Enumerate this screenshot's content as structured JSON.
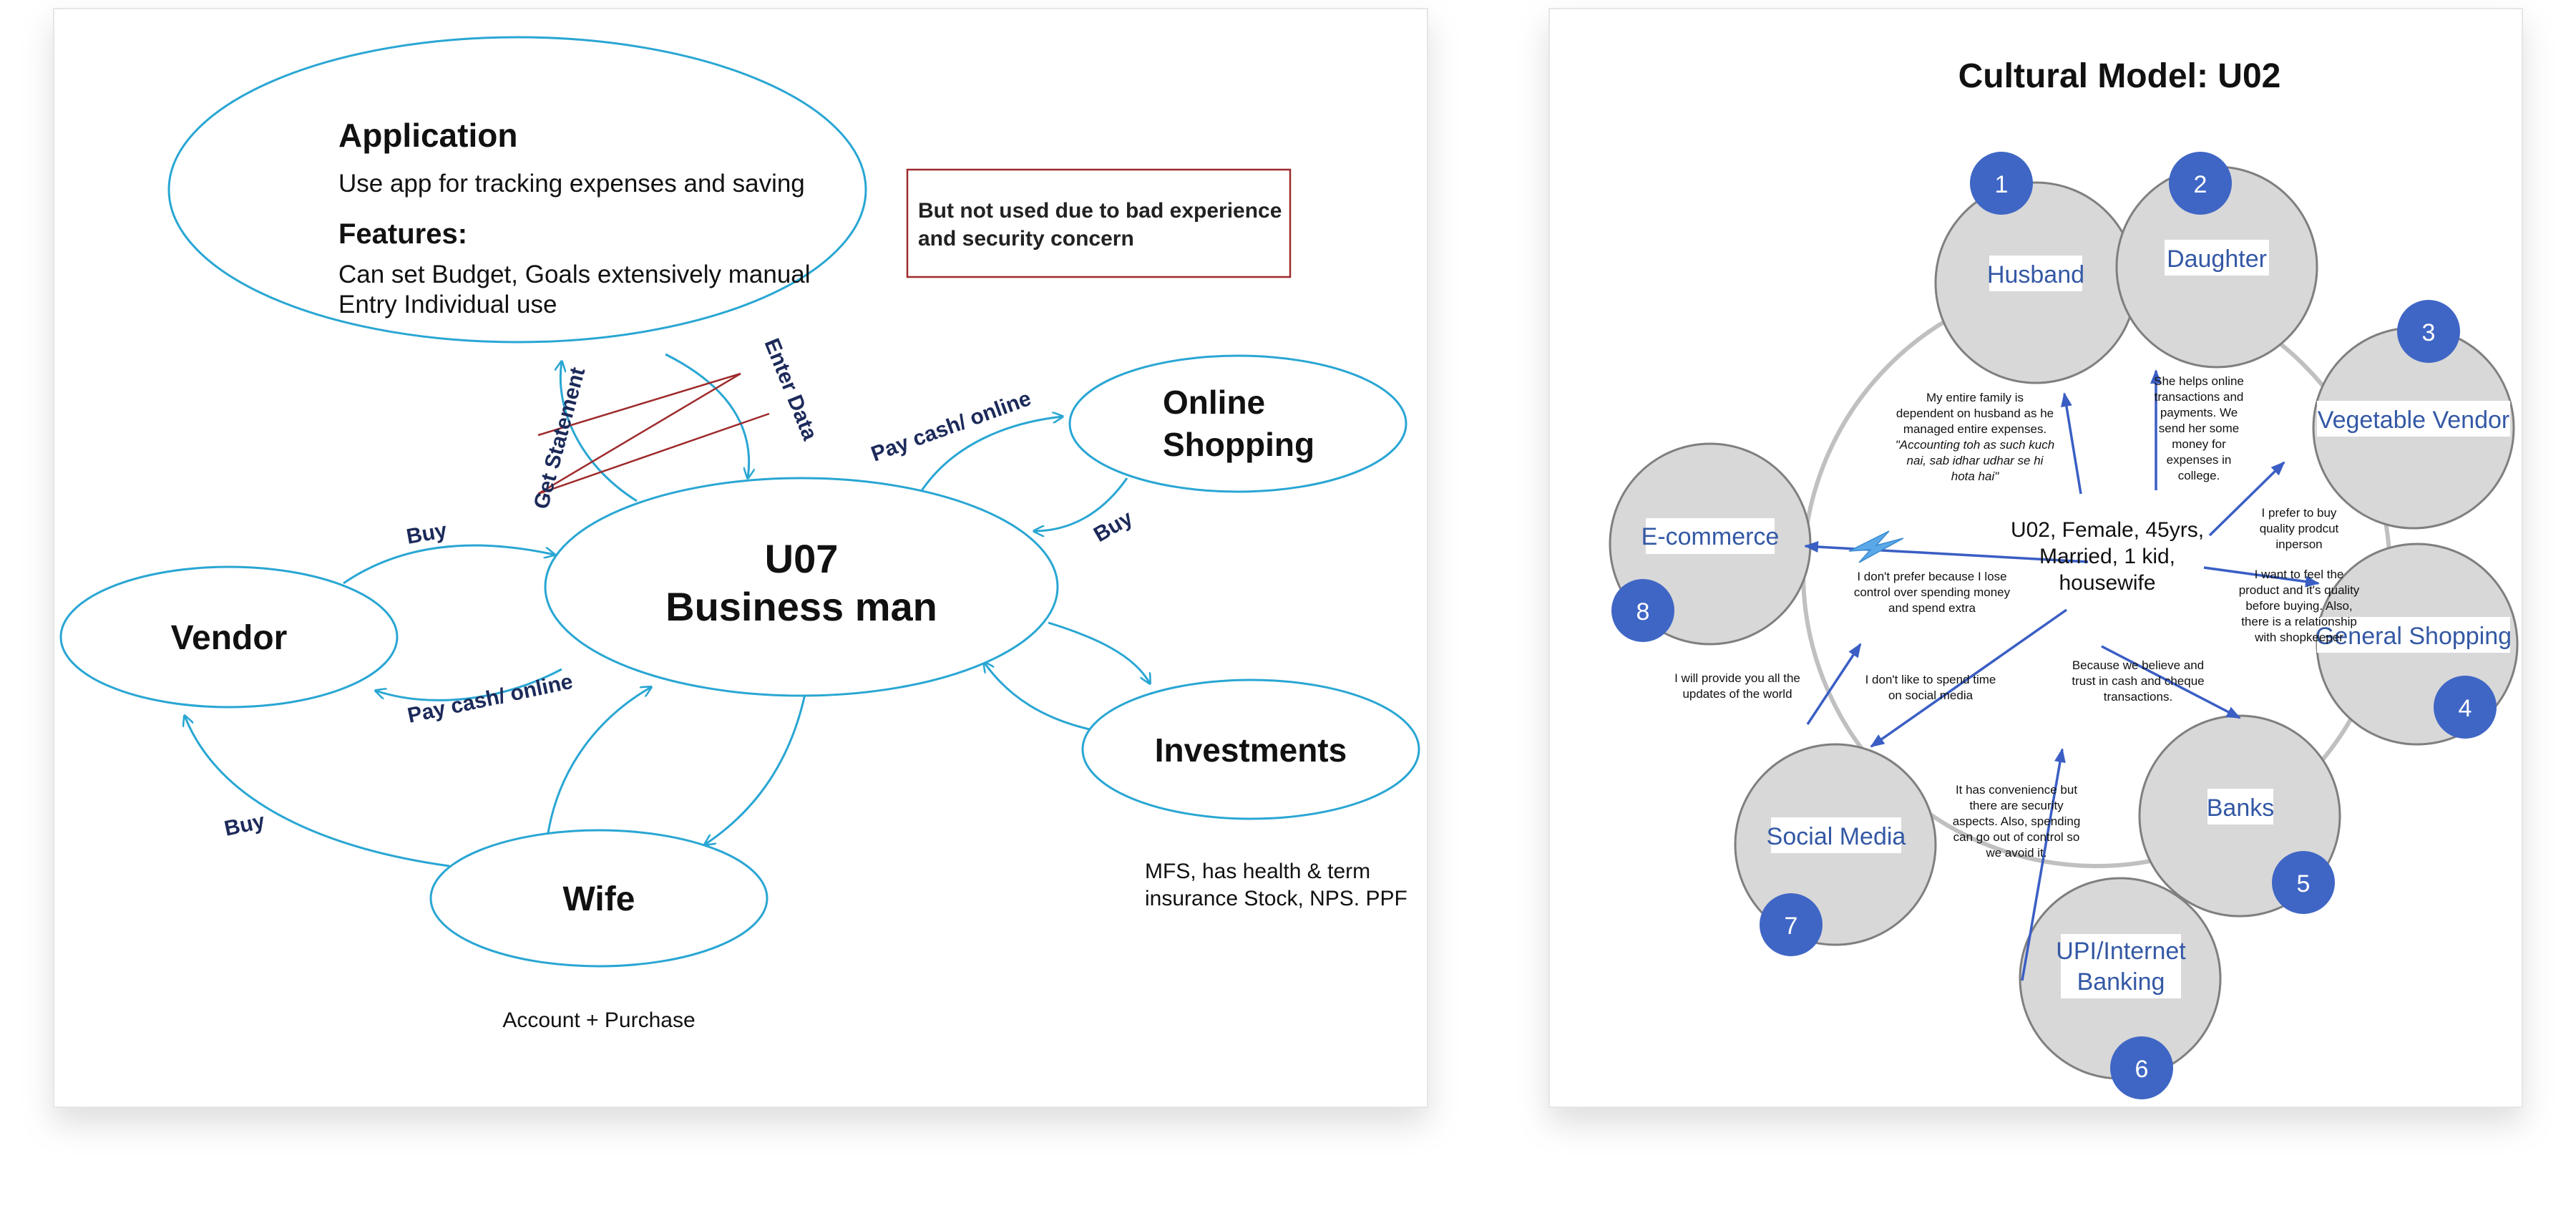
{
  "left_diagram": {
    "application": {
      "title": "Application",
      "line1": "Use app for tracking expenses and saving",
      "features_title": "Features:",
      "features_line1": "Can set Budget, Goals extensively manual",
      "features_line2": "Entry Individual use"
    },
    "note": {
      "line1": "But not used due to bad experience",
      "line2": "and security concern"
    },
    "center": {
      "line1": "U07",
      "line2": "Business man"
    },
    "nodes": {
      "vendor": "Vendor",
      "online_line1": "Online",
      "online_line2": "Shopping",
      "investments": "Investments",
      "wife": "Wife"
    },
    "edge_labels": {
      "get_statement": "Get Statement",
      "enter_data": "Enter Data",
      "pay_online_top": "Pay cash/ online",
      "buy_online": "Buy",
      "buy_vendor_top": "Buy",
      "pay_vendor": "Pay cash/ online",
      "buy_wife": "Buy"
    },
    "investments_note_line1": "MFS, has health & term",
    "investments_note_line2": "insurance Stock, NPS. PPF",
    "wife_note": "Account + Purchase"
  },
  "right_diagram": {
    "title": "Cultural Model: U02",
    "center": {
      "line1": "U02, Female, 45yrs,",
      "line2": "Married, 1 kid,",
      "line3": "housewife"
    },
    "nodes": [
      {
        "number": "1",
        "label": "Husband"
      },
      {
        "number": "2",
        "label": "Daughter"
      },
      {
        "number": "3",
        "label": "Vegetable Vendor"
      },
      {
        "number": "4",
        "label": "General Shopping"
      },
      {
        "number": "5",
        "label": "Banks"
      },
      {
        "number": "6",
        "label_line1": "UPI/Internet",
        "label_line2": "Banking"
      },
      {
        "number": "7",
        "label": "Social Media"
      },
      {
        "number": "8",
        "label": "E-commerce"
      }
    ],
    "notes": {
      "husband": [
        "My entire family is",
        "dependent on husband as he",
        "managed entire expenses.",
        "\"Accounting toh as such kuch",
        "nai, sab idhar udhar se hi",
        "hota hai\""
      ],
      "daughter": [
        "She helps online",
        "transactions and",
        "payments. We",
        "send her some",
        "money for",
        "expenses in",
        "college."
      ],
      "vegetable": [
        "I prefer to buy",
        "quality prodcut",
        "inperson"
      ],
      "general": [
        "I want to feel the",
        "product and it's quality",
        "before buying. Also,",
        "there is a relationship",
        "with shopkeeper"
      ],
      "banks": [
        "Because we believe and",
        "trust in cash and cheque",
        "transactions."
      ],
      "upi": [
        "It has convenience but",
        "there are security",
        "aspects. Also, spending",
        "can go out of control so",
        "we avoid it."
      ],
      "social_self": [
        "I don't like to spend time",
        "on social media"
      ],
      "social_node": [
        "I will provide you all the",
        "updates of the world"
      ],
      "ecommerce": [
        "I don't prefer because I lose",
        "control over spending money",
        "and spend extra"
      ]
    }
  }
}
